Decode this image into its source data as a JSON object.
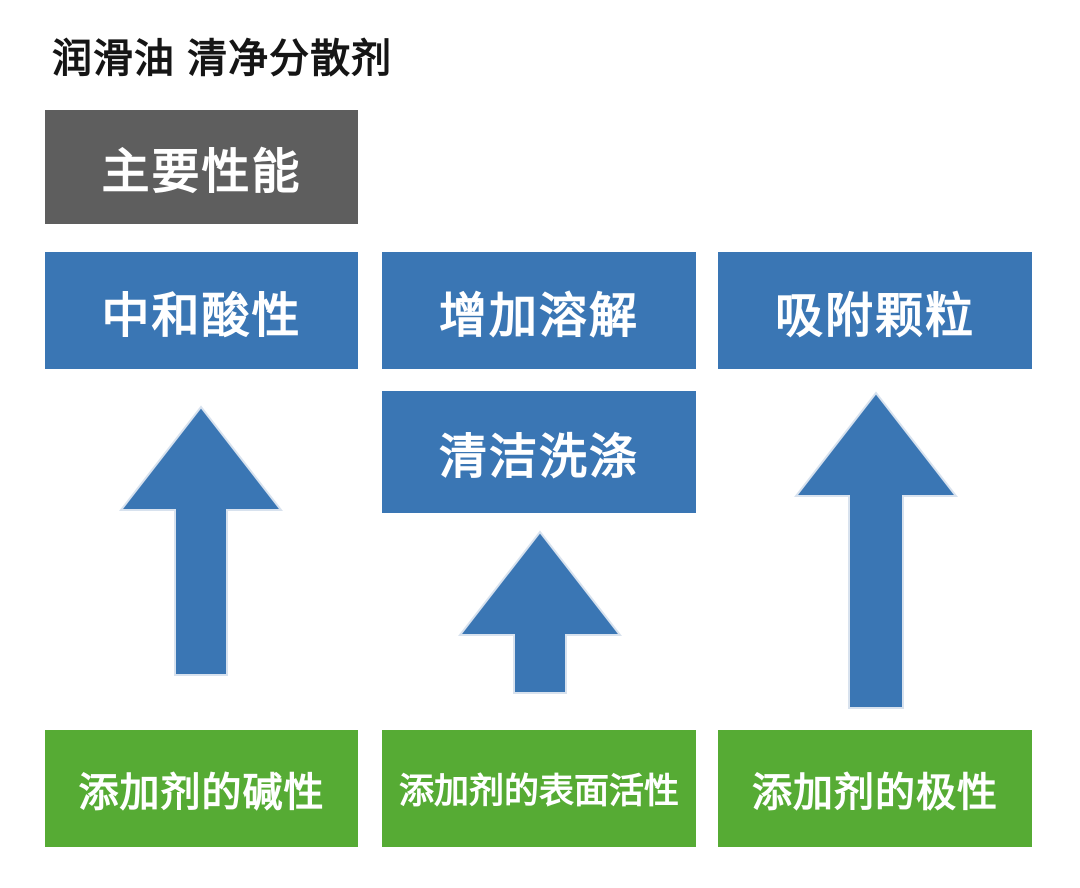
{
  "title": "润滑油 清净分散剂",
  "colors": {
    "box_blue": "#3A76B4",
    "box_green": "#56AB34",
    "box_gray": "#5E5E5E",
    "text_on_box": "#FFFFFF",
    "title_text": "#151515",
    "background": "#FFFFFF"
  },
  "header_box": {
    "label": "主要性能"
  },
  "performance_boxes": [
    {
      "label": "中和酸性"
    },
    {
      "label": "增加溶解"
    },
    {
      "label": "吸附颗粒"
    }
  ],
  "secondary_box": {
    "label": "清洁洗涤"
  },
  "source_boxes": [
    {
      "label": "添加剂的碱性"
    },
    {
      "label": "添加剂的表面活性"
    },
    {
      "label": "添加剂的极性"
    }
  ],
  "arrows": [
    {
      "name": "up-arrow-left",
      "from": "添加剂的碱性",
      "to": "中和酸性"
    },
    {
      "name": "up-arrow-middle",
      "from": "添加剂的表面活性",
      "to": "清洁洗涤"
    },
    {
      "name": "up-arrow-right",
      "from": "添加剂的极性",
      "to": "吸附颗粒"
    }
  ]
}
